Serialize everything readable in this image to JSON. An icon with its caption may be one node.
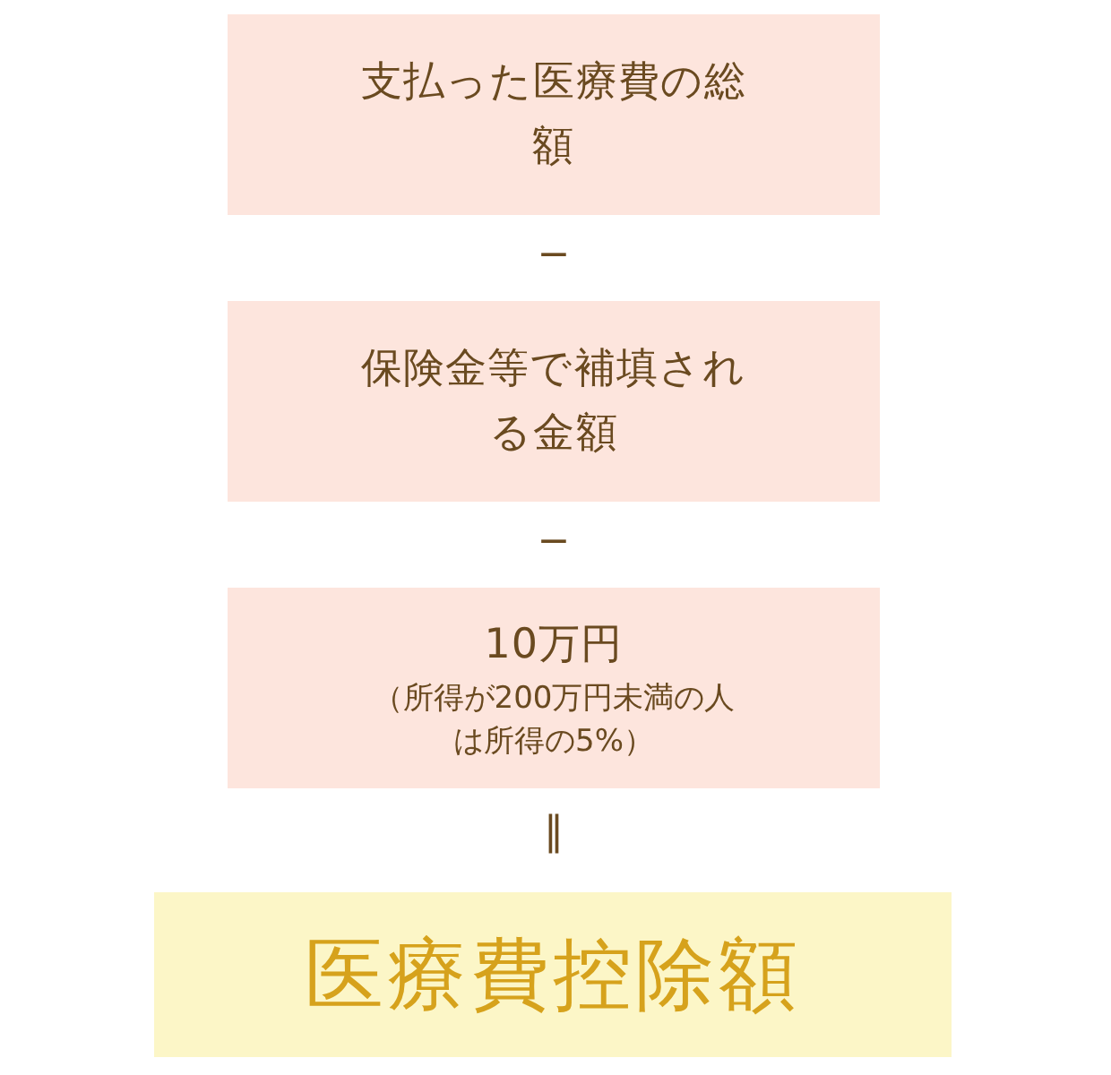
{
  "diagram": {
    "nodes": [
      {
        "text": [
          "支払った医療費の総額"
        ]
      },
      {
        "text": [
          "保険金等で補填される金額"
        ]
      },
      {
        "text": [
          "10万円",
          "（所得が200万円未満の人は所得の5%）"
        ]
      },
      {
        "text": [
          "医療費控除額"
        ]
      }
    ],
    "labels": [
      "−",
      "−",
      "‖"
    ]
  }
}
